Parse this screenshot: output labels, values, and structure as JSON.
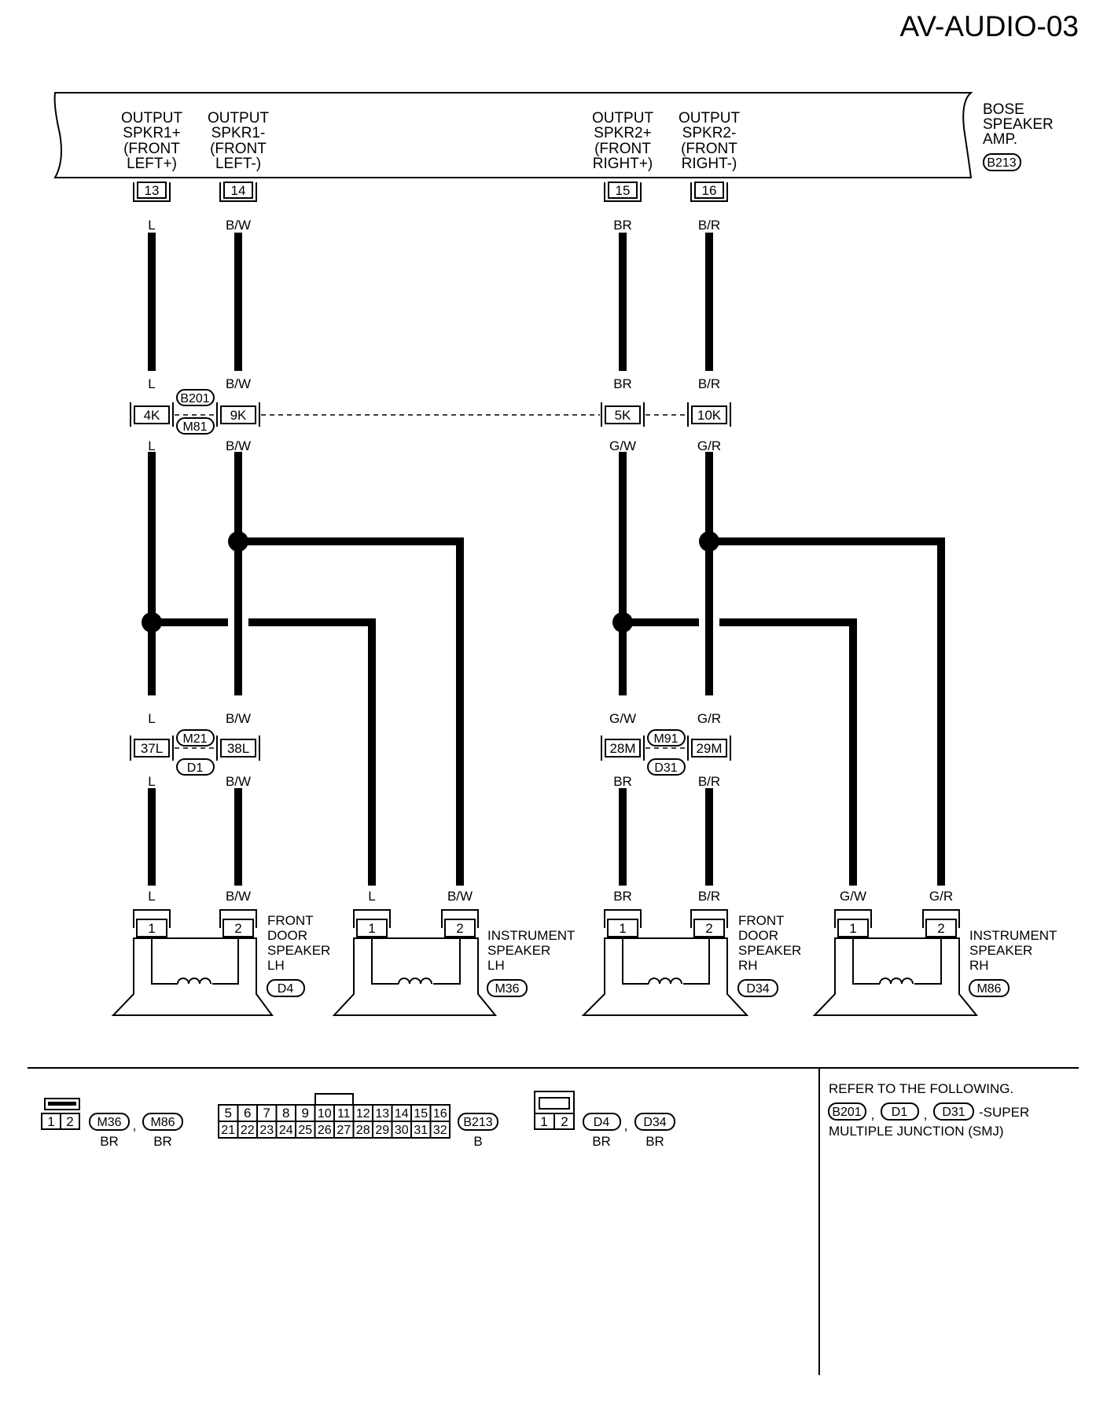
{
  "page_id": "AV-AUDIO-03",
  "amp": {
    "outputs": [
      {
        "line1": "OUTPUT",
        "line2": "SPKR1+",
        "line3": "(FRONT",
        "line4": "LEFT+)",
        "pin": "13"
      },
      {
        "line1": "OUTPUT",
        "line2": "SPKR1-",
        "line3": "(FRONT",
        "line4": "LEFT-)",
        "pin": "14"
      },
      {
        "line1": "OUTPUT",
        "line2": "SPKR2+",
        "line3": "(FRONT",
        "line4": "RIGHT+)",
        "pin": "15"
      },
      {
        "line1": "OUTPUT",
        "line2": "SPKR2-",
        "line3": "(FRONT",
        "line4": "RIGHT-)",
        "pin": "16"
      }
    ],
    "name_line1": "BOSE",
    "name_line2": "SPEAKER",
    "name_line3": "AMP.",
    "connector": "B213"
  },
  "wire_colors": {
    "c1": [
      "L",
      "L",
      "L",
      "L",
      "L",
      "L"
    ],
    "c2": [
      "B/W",
      "B/W",
      "B/W",
      "B/W",
      "B/W",
      "B/W"
    ],
    "c3": [
      "BR",
      "BR",
      "G/W",
      "G/W",
      "BR",
      "BR"
    ],
    "c4": [
      "B/R",
      "B/R",
      "G/R",
      "G/R",
      "B/R",
      "B/R"
    ],
    "sp_lh_1": "L",
    "sp_lh_2": "B/W",
    "sp_rh_1": "G/W",
    "sp_rh_2": "G/R"
  },
  "joints": {
    "upper": {
      "pins": [
        "4K",
        "9K",
        "5K",
        "10K"
      ],
      "conn_top": "B201",
      "conn_bottom": "M81"
    },
    "lower_left": {
      "pins": [
        "37L",
        "38L"
      ],
      "conn_top": "M21",
      "conn_bottom": "D1"
    },
    "lower_right": {
      "pins": [
        "28M",
        "29M"
      ],
      "conn_top": "M91",
      "conn_bottom": "D31"
    }
  },
  "speakers": [
    {
      "pin1": "1",
      "pin2": "2",
      "line1": "FRONT",
      "line2": "DOOR",
      "line3": "SPEAKER",
      "line4": "LH",
      "connector": "D4"
    },
    {
      "pin1": "1",
      "pin2": "2",
      "line1": "INSTRUMENT",
      "line2": "SPEAKER",
      "line3": "LH",
      "line4": "",
      "connector": "M36"
    },
    {
      "pin1": "1",
      "pin2": "2",
      "line1": "FRONT",
      "line2": "DOOR",
      "line3": "SPEAKER",
      "line4": "RH",
      "connector": "D34"
    },
    {
      "pin1": "1",
      "pin2": "2",
      "line1": "INSTRUMENT",
      "line2": "SPEAKER",
      "line3": "RH",
      "line4": "",
      "connector": "M86"
    }
  ],
  "connector_views": {
    "two_pin_small": {
      "pins": [
        "1",
        "2"
      ],
      "connectors": [
        "M36",
        "M86"
      ],
      "colors": [
        "BR",
        "BR"
      ],
      "sep": ","
    },
    "b213": {
      "top_row": [
        "5",
        "6",
        "7",
        "8",
        "9",
        "10",
        "11",
        "12",
        "13",
        "14",
        "15",
        "16"
      ],
      "bottom_row": [
        "21",
        "22",
        "23",
        "24",
        "25",
        "26",
        "27",
        "28",
        "29",
        "30",
        "31",
        "32"
      ],
      "connector": "B213",
      "color": "B"
    },
    "two_pin_large": {
      "pins": [
        "1",
        "2"
      ],
      "connectors": [
        "D4",
        "D34"
      ],
      "colors": [
        "BR",
        "BR"
      ],
      "sep": ","
    }
  },
  "reference": {
    "line1": "REFER TO THE FOLLOWING.",
    "connectors": [
      "B201",
      "D1",
      "D31"
    ],
    "sep": ",",
    "suffix": "-SUPER",
    "line3": "MULTIPLE JUNCTION (SMJ)"
  }
}
